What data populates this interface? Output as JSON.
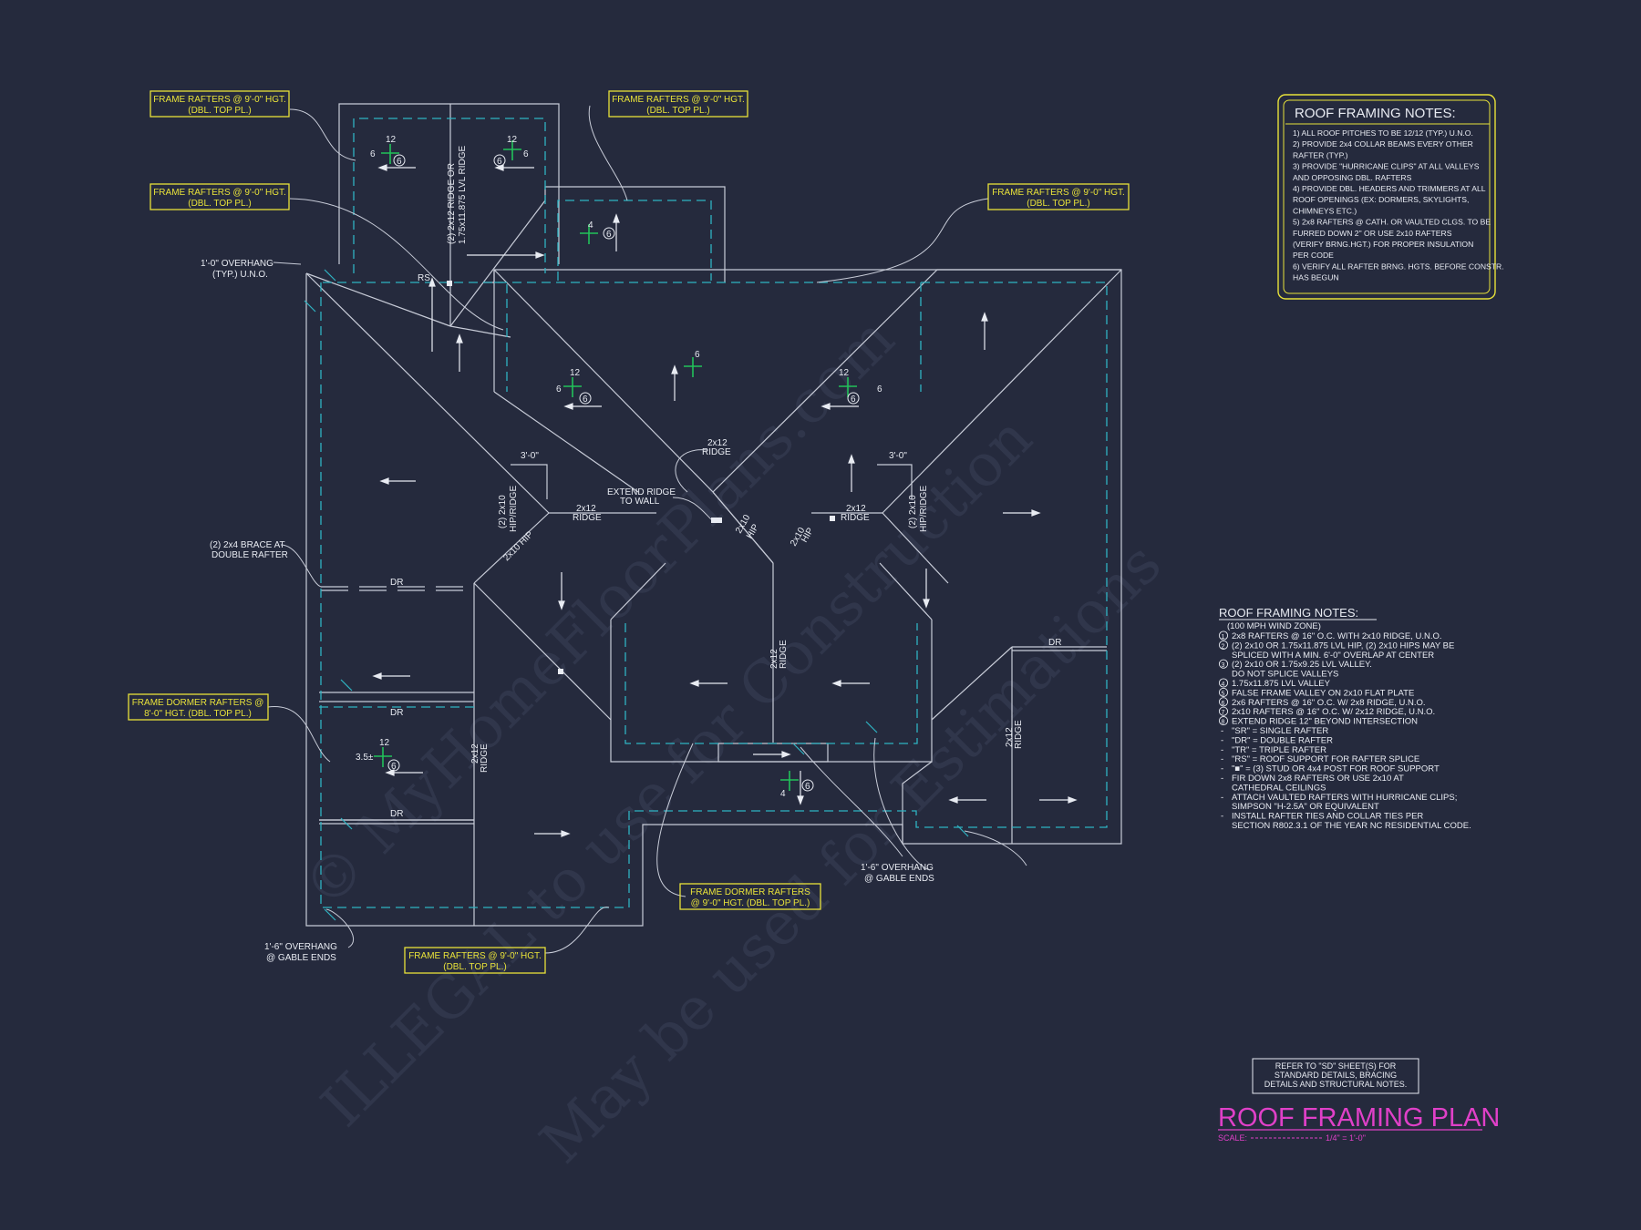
{
  "watermark": {
    "line1": "© MyHomeFloorPlans.com",
    "line2": "ILLEGAL to use for Construction",
    "line3": "May be used for Estimations"
  },
  "callouts": {
    "c1": {
      "l1": "FRAME RAFTERS @ 9'-0\" HGT.",
      "l2": "(DBL. TOP PL.)"
    },
    "c2": {
      "l1": "FRAME RAFTERS @ 9'-0\" HGT.",
      "l2": "(DBL. TOP PL.)"
    },
    "c3": {
      "l1": "FRAME RAFTERS @ 9'-0\" HGT.",
      "l2": "(DBL. TOP PL.)"
    },
    "c4": {
      "l1": "FRAME RAFTERS @ 9'-0\" HGT.",
      "l2": "(DBL. TOP PL.)"
    },
    "c5": {
      "l1": "FRAME DORMER RAFTERS @",
      "l2": "8'-0\" HGT. (DBL. TOP PL.)"
    },
    "c6": {
      "l1": "FRAME DORMER RAFTERS",
      "l2": "@ 9'-0\" HGT. (DBL. TOP PL.)"
    },
    "c7": {
      "l1": "FRAME RAFTERS @ 9'-0\" HGT.",
      "l2": "(DBL. TOP PL.)"
    }
  },
  "labels": {
    "overhang_typ_1": "1'-0\" OVERHANG",
    "overhang_typ_2": "(TYP.) U.N.O.",
    "brace_1": "(2) 2x4 BRACE AT",
    "brace_2": "DOUBLE RAFTER",
    "gable_left_1": "1'-6\" OVERHANG",
    "gable_left_2": "@ GABLE ENDS",
    "gable_right_1": "1'-6\" OVERHANG",
    "gable_right_2": "@ GABLE ENDS",
    "extend_ridge_1": "EXTEND RIDGE",
    "extend_ridge_2": "TO WALL",
    "ridge_2x12_a": "2x12",
    "ridge_2x12_b": "RIDGE",
    "ridge_left": "2x12",
    "ridge_left_b": "RIDGE",
    "ridge_right": "2x12",
    "ridge_right_b": "RIDGE",
    "lvl_ridge": "(2) 2x12 RIDGE OR",
    "lvl_ridge_b": "1.75x11.875 LVL RIDGE",
    "hip_ridge_left": "(2) 2x10",
    "hip_ridge_left_b": "HIP/RIDGE",
    "hip_ridge_right": "(2) 2x10",
    "hip_ridge_right_b": "HIP/RIDGE",
    "hip_2x10_left": "2x10 HIP",
    "hip_2x10_c1": "2x10",
    "hip_2x10_c2": "HIP",
    "hip_2x10_r1": "2x10",
    "hip_2x10_r2": "HIP",
    "dim_3ft": "3'-0\"",
    "dim_3ft_r": "3'-0\"",
    "dr": "DR",
    "rs": "RS",
    "ridge_center": "2x12",
    "ridge_center_b": "RIDGE",
    "ridge_dormer": "2x12",
    "ridge_dormer_b": "RIDGE",
    "ridge_right_wing": "2x12",
    "ridge_right_wing_b": "RIDGE",
    "pitch_12": "12",
    "pitch_6": "6",
    "pitch_4": "4",
    "pitch_35": "3.5±",
    "oh_tag": "1'-6\""
  },
  "notes_box": {
    "title": "ROOF FRAMING NOTES:",
    "lines": [
      "1) ALL ROOF PITCHES TO BE 12/12 (TYP.) U.N.O.",
      "2) PROVIDE 2x4 COLLAR BEAMS EVERY OTHER",
      "    RAFTER (TYP.)",
      "3) PROVIDE \"HURRICANE CLIPS\" AT ALL VALLEYS",
      "    AND OPPOSING DBL. RAFTERS",
      "4) PROVIDE DBL. HEADERS AND TRIMMERS AT ALL",
      "    ROOF OPENINGS (EX: DORMERS, SKYLIGHTS,",
      "    CHIMNEYS ETC.)",
      "5) 2x8 RAFTERS @ CATH. OR VAULTED CLGS. TO BE",
      "    FURRED DOWN 2\" OR USE 2x10 RAFTERS",
      "    (VERIFY BRNG.HGT.) FOR PROPER INSULATION",
      "    PER CODE",
      "6) VERIFY ALL RAFTER BRNG. HGTS. BEFORE CONSTR.",
      "    HAS BEGUN"
    ]
  },
  "notes_legend": {
    "title": "ROOF FRAMING NOTES:",
    "subtitle": "(100 MPH WIND ZONE)",
    "items": [
      {
        "sym": "1",
        "text": "2x8 RAFTERS @ 16\" O.C. WITH 2x10 RIDGE, U.N.O."
      },
      {
        "sym": "2",
        "text": "(2) 2x10 OR 1.75x11.875 LVL HIP, (2) 2x10 HIPS MAY BE"
      },
      {
        "sym": "",
        "text": "SPLICED WITH A MIN. 6'-0\" OVERLAP AT CENTER"
      },
      {
        "sym": "3",
        "text": "(2) 2x10 OR 1.75x9.25 LVL VALLEY."
      },
      {
        "sym": "",
        "text": "DO NOT SPLICE VALLEYS"
      },
      {
        "sym": "4",
        "text": "1.75x11.875 LVL VALLEY"
      },
      {
        "sym": "5",
        "text": "FALSE FRAME VALLEY ON 2x10 FLAT PLATE"
      },
      {
        "sym": "6",
        "text": "2x6 RAFTERS @ 16\" O.C. W/ 2x8 RIDGE, U.N.O."
      },
      {
        "sym": "7",
        "text": "2x10 RAFTERS @ 16\" O.C. W/ 2x12 RIDGE, U.N.O."
      },
      {
        "sym": "8",
        "text": "EXTEND RIDGE 12\" BEYOND INTERSECTION"
      },
      {
        "sym": "-",
        "text": "\"SR\" = SINGLE RAFTER"
      },
      {
        "sym": "-",
        "text": "\"DR\" = DOUBLE RAFTER"
      },
      {
        "sym": "-",
        "text": "\"TR\" = TRIPLE RAFTER"
      },
      {
        "sym": "-",
        "text": "\"RS\" = ROOF SUPPORT FOR RAFTER SPLICE"
      },
      {
        "sym": "-",
        "text": "\"■\" = (3) STUD OR 4x4 POST FOR ROOF SUPPORT"
      },
      {
        "sym": "-",
        "text": "FIR DOWN 2x8 RAFTERS OR USE 2x10 AT"
      },
      {
        "sym": "",
        "text": "CATHEDRAL CEILINGS"
      },
      {
        "sym": "-",
        "text": "ATTACH VAULTED RAFTERS WITH HURRICANE CLIPS;"
      },
      {
        "sym": "",
        "text": "SIMPSON \"H-2.5A\" OR EQUIVALENT"
      },
      {
        "sym": "-",
        "text": "INSTALL RAFTER TIES AND COLLAR TIES PER"
      },
      {
        "sym": "",
        "text": "SECTION R802.3.1 OF THE YEAR NC RESIDENTIAL CODE."
      }
    ]
  },
  "refer_box": {
    "l1": "REFER TO \"SD\" SHEET(S) FOR",
    "l2": "STANDARD DETAILS, BRACING",
    "l3": "DETAILS AND STRUCTURAL NOTES."
  },
  "title_block": {
    "title": "ROOF FRAMING PLAN",
    "scale_label": "SCALE:",
    "scale_value": "1/4\" = 1'-0\""
  },
  "colors": {
    "background": "#252a3d",
    "linework": "#c8ccd8",
    "dashed": "#2fb3c2",
    "callout_box": "#e8e23a",
    "title": "#e040c8",
    "pitch_mark": "#22c25a"
  }
}
